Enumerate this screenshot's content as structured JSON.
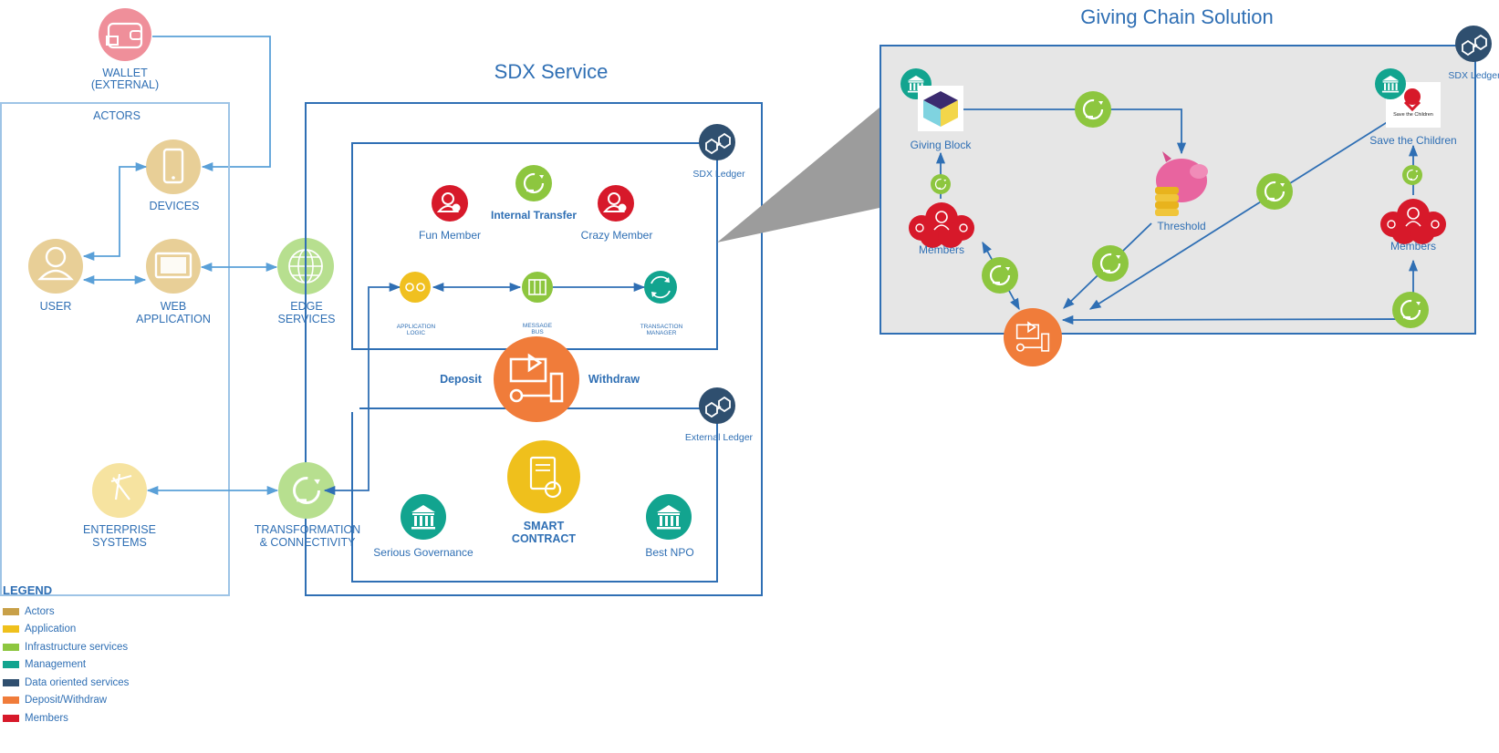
{
  "diagram": {
    "wallet_label": [
      "WALLET",
      "(EXTERNAL)"
    ],
    "actors_title": "ACTORS",
    "devices_label": "DEVICES",
    "user_label": "USER",
    "web_app_label": [
      "WEB",
      "APPLICATION"
    ],
    "edge_services_label": [
      "EDGE",
      "SERVICES"
    ],
    "enterprise_label": [
      "ENTERPRISE",
      "SYSTEMS"
    ],
    "transformation_label": [
      "TRANSFORMATION",
      "& CONNECTIVITY"
    ],
    "sdx_title": "SDX Service",
    "sdx_ledger_label": "SDX Ledger",
    "external_ledger_label": "External Ledger",
    "fun_member_label": "Fun Member",
    "internal_transfer_label": "Internal Transfer",
    "crazy_member_label": "Crazy Member",
    "app_logic_label": [
      "APPLICATION",
      "LOGIC"
    ],
    "message_bus_label": [
      "MESSAGE",
      "BUS"
    ],
    "transaction_manager_label": [
      "TRANSACTION",
      "MANAGER"
    ],
    "deposit_label": "Deposit",
    "withdraw_label": "Withdraw",
    "smart_contract_label": [
      "SMART",
      "CONTRACT"
    ],
    "serious_governance_label": "Serious Governance",
    "best_npo_label": "Best NPO",
    "giving_title": "Giving Chain Solution",
    "giving_sdx_ledger_label": "SDX Ledger",
    "giving_block_label": "Giving Block",
    "save_children_label": "Save the Children",
    "save_children_logo_text": "Save the Children",
    "threshold_label": "Threshold",
    "members_left_label": "Members",
    "members_right_label": "Members"
  },
  "colors": {
    "line": "#2f6fb4",
    "actors": "#e6c98f",
    "application": "#f0c020",
    "infrastructure": "#8dc63f",
    "management": "#12a48f",
    "data": "#2f4f6f",
    "deposit": "#f07c3a",
    "members": "#d7192a"
  },
  "legend": {
    "title": "LEGEND",
    "items": [
      {
        "label": "Actors",
        "color": "#c8a048"
      },
      {
        "label": "Application",
        "color": "#efc01c"
      },
      {
        "label": "Infrastructure services",
        "color": "#8dc63f"
      },
      {
        "label": "Management",
        "color": "#12a48f"
      },
      {
        "label": "Data oriented services",
        "color": "#2f4f6f"
      },
      {
        "label": "Deposit/Withdraw",
        "color": "#f07c3a"
      },
      {
        "label": "Members",
        "color": "#d7192a"
      }
    ]
  }
}
